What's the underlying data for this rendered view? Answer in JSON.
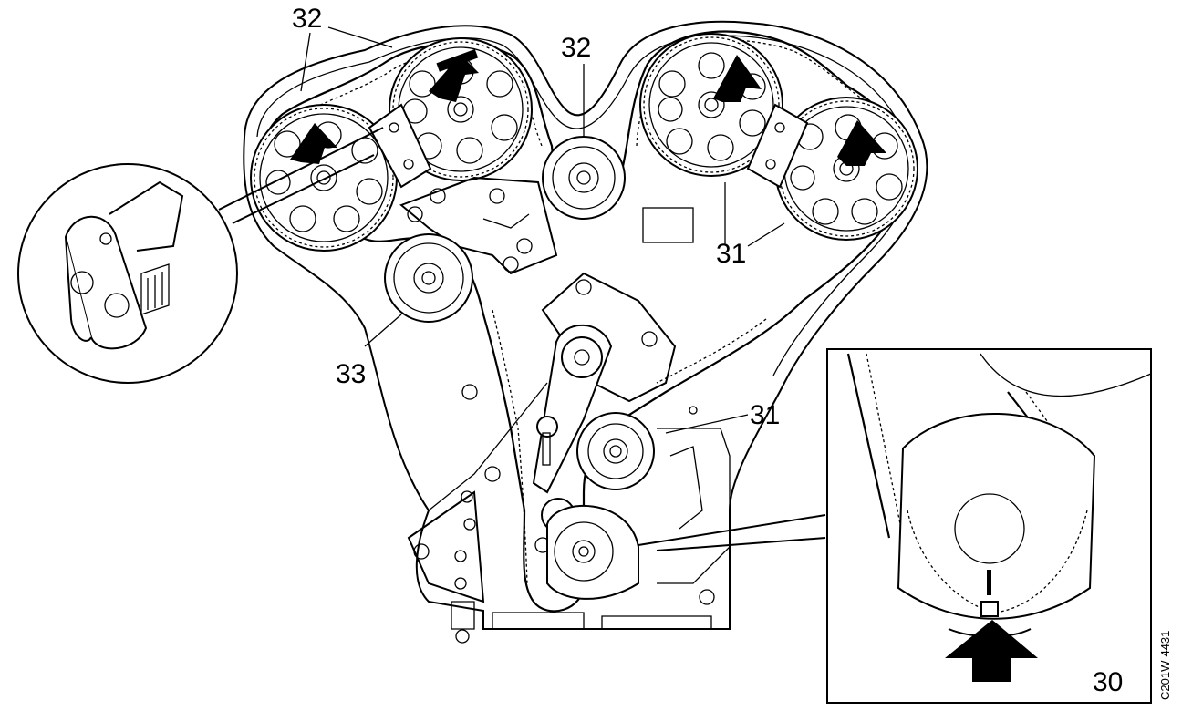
{
  "labels": {
    "camshaft_idler_left": "32",
    "camshaft_idler_center": "32",
    "tensioner_right": "31",
    "tensioner_lower": "31",
    "idler_lower": "33",
    "inset_crank": "30"
  },
  "figure_code": "C201W-4431",
  "colors": {
    "ink": "#000000",
    "paper": "#ffffff"
  },
  "icons": [
    "arrow-up-icon"
  ]
}
